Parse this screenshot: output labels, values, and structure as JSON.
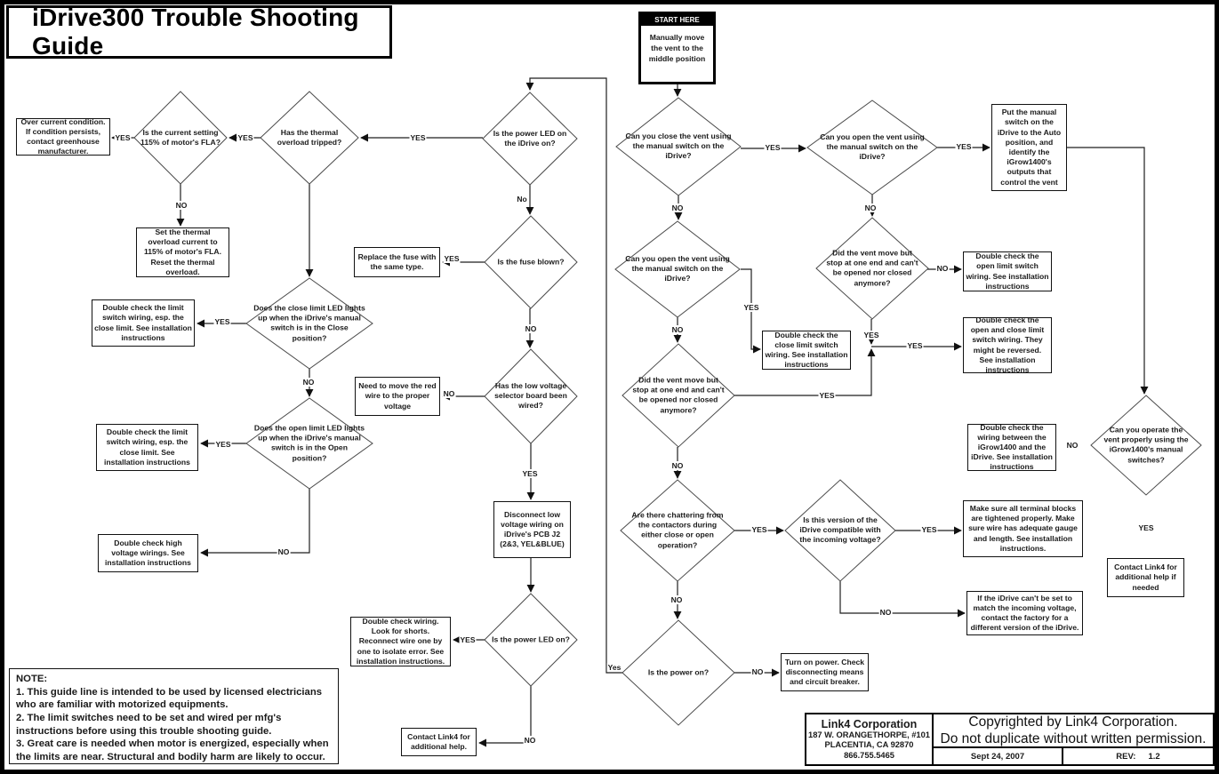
{
  "title": "iDrive300 Trouble Shooting Guide",
  "start": {
    "header": "START HERE",
    "body": "Manually move the vent to the middle position"
  },
  "decisions": {
    "current": "Is the current setting 115% of motor's FLA?",
    "thermal": "Has the thermal overload tripped?",
    "power_led_idrive": "Is the power LED on the iDrive on?",
    "fuse": "Is the fuse blown?",
    "low_voltage": "Has the low voltage selector board been wired?",
    "close_limit": "Does the close limit LED lights up when the iDrive's manual switch is in the Close position?",
    "open_limit": "Does the open limit LED lights up when the iDrive's manual switch is in the Open position?",
    "power_led": "Is the power LED on?",
    "can_close": "Can you close the vent using the manual switch on the iDrive?",
    "can_open_top": "Can you open the vent using the manual switch on the iDrive?",
    "can_open_mid": "Can you open the vent using the manual switch on the iDrive?",
    "vent_stop_top": "Did the vent move but stop at one end and can't be opened nor closed anymore?",
    "vent_stop_low": "Did the vent move but stop at one end and can't be opened nor closed anymore?",
    "chatter": "Are there chattering from the contactors during either close or open operation?",
    "version": "Is this version of the iDrive compatible with the incoming voltage?",
    "power_on": "Is the power on?",
    "operate": "Can you operate the vent properly using the iGrow1400's manual switches?"
  },
  "actions": {
    "over_current": "Over current condition.  If condition persists, contact greenhouse manufacturer.",
    "set_overload": "Set the thermal overload current to 115% of motor's FLA.  Reset the thermal overload.",
    "dbl_limit_close": "Double check the limit switch wiring, esp. the close limit.  See installation instructions",
    "dbl_limit_open": "Double check the limit switch wiring, esp. the close limit.  See installation instructions",
    "high_voltage": "Double check high voltage wirings.  See installation instructions",
    "replace_fuse": "Replace the fuse with the same type.",
    "red_wire": "Need to move the red wire to the proper voltage",
    "disconnect_j2": "Disconnect low voltage wiring on iDrive's PCB J2 (2&3, YEL&BLUE)",
    "dbl_wiring": "Double check wiring.  Look for shorts.  Reconnect wire one by one to isolate error. See installation instructions.",
    "contact_link4": "Contact Link4 for additional help.",
    "put_manual": "Put the manual switch on the iDrive to the Auto position, and identify the iGrow1400's outputs that control the vent",
    "dbl_open_limit": "Double check the open limit switch wiring.  See installation instructions",
    "dbl_open_close": "Double check the open and close limit switch wiring.  They might be reversed.  See installation instructions",
    "dbl_close_limit": "Double check the close limit switch wiring.  See installation instructions",
    "dbl_igrow": "Double check the wiring between the iGrow1400 and the iDrive.  See installation instructions",
    "terminal_blocks": "Make sure all terminal blocks are tightened properly. Make sure wire has adequate gauge and length.  See installation instructions.",
    "factory": "If the iDrive can't be set to match the incoming voltage, contact the factory for a different version of the iDrive.",
    "turn_on": "Turn on power.  Check disconnecting means and circuit breaker.",
    "contact_link4_needed": "Contact Link4 for additional help if needed"
  },
  "edge_labels": [
    {
      "from": "current",
      "to": "over_current",
      "label": "YES"
    },
    {
      "from": "current",
      "to": "set_overload",
      "label": "NO"
    },
    {
      "from": "thermal",
      "to": "current",
      "label": "YES"
    },
    {
      "from": "power_led_idrive",
      "to": "thermal",
      "label": "YES"
    },
    {
      "from": "power_led_idrive",
      "to": "fuse",
      "label": "No"
    },
    {
      "from": "fuse",
      "to": "replace_fuse",
      "label": "YES"
    },
    {
      "from": "fuse",
      "to": "low_voltage",
      "label": "NO"
    },
    {
      "from": "low_voltage",
      "to": "red_wire",
      "label": "NO"
    },
    {
      "from": "low_voltage",
      "to": "disconnect_j2",
      "label": "YES"
    },
    {
      "from": "close_limit",
      "to": "dbl_limit_close",
      "label": "YES"
    },
    {
      "from": "close_limit",
      "to": "open_limit",
      "label": "NO"
    },
    {
      "from": "open_limit",
      "to": "dbl_limit_open",
      "label": "YES"
    },
    {
      "from": "open_limit",
      "to": "high_voltage",
      "label": "NO"
    },
    {
      "from": "power_led",
      "to": "dbl_wiring",
      "label": "YES"
    },
    {
      "from": "power_led",
      "to": "contact_link4",
      "label": "NO"
    },
    {
      "from": "can_close",
      "to": "can_open_top",
      "label": "YES"
    },
    {
      "from": "can_close",
      "to": "can_open_mid",
      "label": "NO"
    },
    {
      "from": "can_open_top",
      "to": "put_manual",
      "label": "YES"
    },
    {
      "from": "can_open_top",
      "to": "vent_stop_top",
      "label": "NO"
    },
    {
      "from": "vent_stop_top",
      "to": "dbl_open_limit",
      "label": "NO"
    },
    {
      "from": "vent_stop_top",
      "to": "dbl_open_close",
      "label": "YES"
    },
    {
      "from": "merge_point",
      "to": "dbl_open_close",
      "label": "YES"
    },
    {
      "from": "can_open_mid",
      "to": "dbl_close_limit",
      "label": "YES"
    },
    {
      "from": "can_open_mid",
      "to": "vent_stop_low",
      "label": "NO"
    },
    {
      "from": "vent_stop_low",
      "to": "dbl_open_close",
      "label": "YES"
    },
    {
      "from": "vent_stop_low",
      "to": "chatter",
      "label": "NO"
    },
    {
      "from": "chatter",
      "to": "version",
      "label": "YES"
    },
    {
      "from": "chatter",
      "to": "power_on",
      "label": "NO"
    },
    {
      "from": "version",
      "to": "terminal_blocks",
      "label": "YES"
    },
    {
      "from": "version",
      "to": "factory",
      "label": "NO"
    },
    {
      "from": "power_on",
      "to": "turn_on",
      "label": "NO"
    },
    {
      "from": "power_on",
      "to": "power_led_idrive",
      "label": "Yes"
    },
    {
      "from": "operate",
      "to": "dbl_igrow",
      "label": "NO"
    },
    {
      "from": "operate",
      "to": "contact_link4_needed",
      "label": "YES"
    }
  ],
  "note": {
    "heading": "NOTE:",
    "lines": [
      "1.  This guide line is intended to be used by licensed electricians who are familiar with motorized equipments.",
      "2.  The limit switches need to be set and wired per mfg's instructions before using this trouble shooting guide.",
      "3.  Great care is needed when motor is energized, especially when the limits are near. Structural and bodily harm are likely to occur."
    ]
  },
  "footer": {
    "company": "Link4 Corporation",
    "address1": "187 W. ORANGETHORPE, #101",
    "address2": "PLACENTIA, CA 92870",
    "phone": "866.755.5465",
    "copyright1": "Copyrighted by Link4 Corporation.",
    "copyright2": "Do not duplicate without written permission.",
    "date": "Sept 24, 2007",
    "rev_label": "REV:",
    "rev_value": "1.2"
  },
  "colors": {
    "line": "#1f1f1f",
    "diamond_stroke": "#4a4a4a",
    "background": "#ffffff",
    "start_header_bg": "#000000",
    "start_header_text": "#ffffff"
  }
}
